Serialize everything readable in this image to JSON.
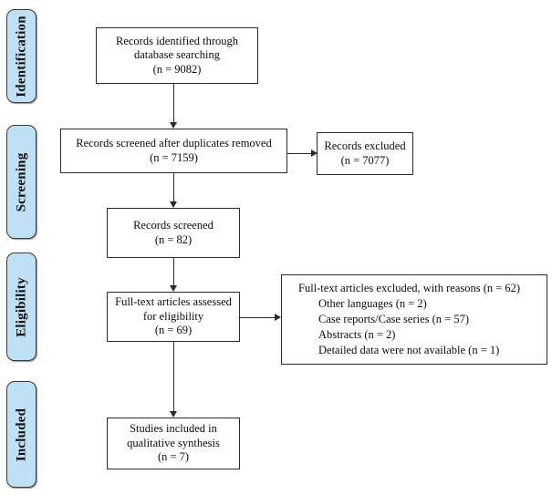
{
  "diagram": {
    "type": "prisma-flow-diagram",
    "stages": [
      {
        "id": "identification",
        "label": "Identification"
      },
      {
        "id": "screening",
        "label": "Screening"
      },
      {
        "id": "eligibility",
        "label": "Eligibility"
      },
      {
        "id": "included",
        "label": "Included"
      }
    ],
    "boxes": {
      "identified": {
        "line1": "Records identified through",
        "line2": "database searching",
        "line3": "(n = 9082)",
        "count": 9082
      },
      "after_duplicates": {
        "line1": "Records screened after duplicates removed",
        "line2": "(n = 7159)",
        "count": 7159
      },
      "excluded_screening": {
        "line1": "Records excluded",
        "line2": "(n = 7077)",
        "count": 7077
      },
      "records_screened": {
        "line1": "Records screened",
        "line2": "(n = 82)",
        "count": 82
      },
      "fulltext_assessed": {
        "line1": "Full-text articles assessed",
        "line2": "for eligibility",
        "line3": "(n = 69)",
        "count": 69
      },
      "fulltext_excluded": {
        "heading": "Full-text articles excluded, with reasons (n = 62)",
        "total": 62,
        "reason1": "Other languages (n = 2)",
        "reason2": "Case reports/Case series (n = 57)",
        "reason3": "Abstracts (n = 2)",
        "reason4": "Detailed data were not available (n = 1)"
      },
      "included_studies": {
        "line1": "Studies included in",
        "line2": "qualitative synthesis",
        "line3": "(n = 7)",
        "count": 7
      }
    },
    "colors": {
      "stage_tab_fill": "#bfe0f5",
      "stage_tab_border": "#3c3c3c",
      "box_border": "#2b2b2b",
      "connector": "#2b2b2b",
      "text": "#0d0d0d",
      "background": "#ffffff"
    }
  }
}
